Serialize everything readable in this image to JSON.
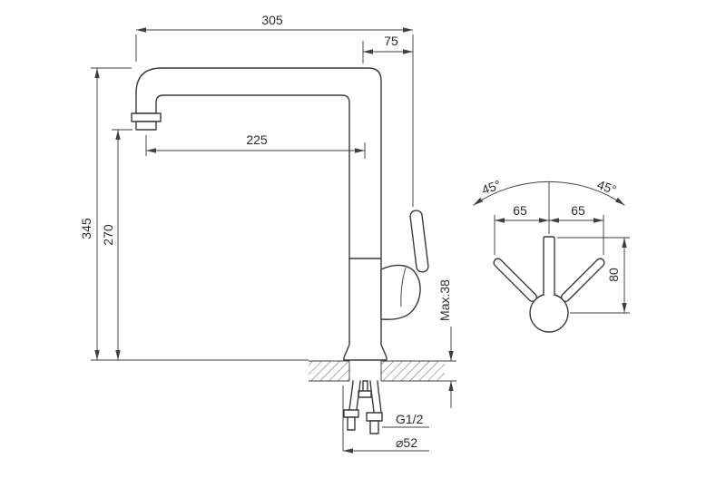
{
  "page": {
    "background": "#ffffff",
    "line_color": "#3a3a3a"
  },
  "front_view": {
    "dim305": "305",
    "dim75": "75",
    "dim225": "225",
    "dim345": "345",
    "dim270": "270",
    "max_deck": "Max.38",
    "thread": "G1/2",
    "base_diameter": "⌀52"
  },
  "swing_view": {
    "angle_left": "45°",
    "angle_right": "45°",
    "offset_left": "65",
    "offset_right": "65",
    "height": "80"
  }
}
